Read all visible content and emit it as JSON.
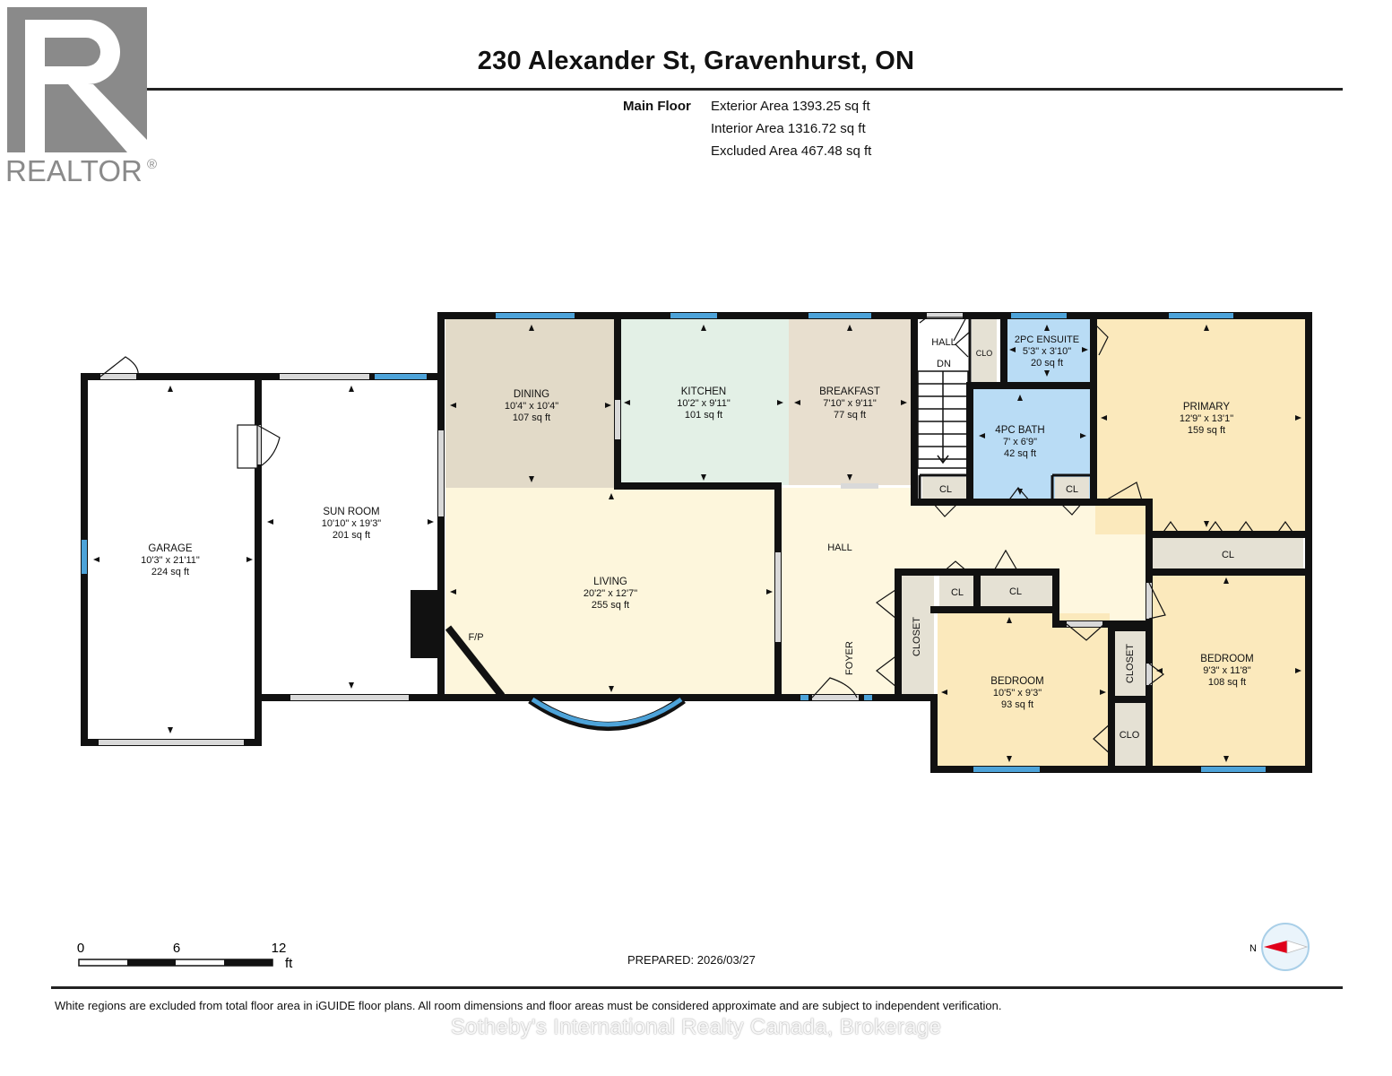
{
  "header": {
    "address": "230 Alexander St, Gravenhurst, ON",
    "floor_label": "Main Floor",
    "exterior_area": "Exterior Area 1393.25 sq ft",
    "interior_area": "Interior Area 1316.72 sq ft",
    "excluded_area": "Excluded Area 467.48 sq ft"
  },
  "logo": {
    "text": "REALTOR",
    "mark": "®",
    "icon": "realtor-r-logo"
  },
  "rooms": {
    "dining": {
      "name": "DINING",
      "dims": "10'4\" x 10'4\"",
      "area": "107 sq ft"
    },
    "kitchen": {
      "name": "KITCHEN",
      "dims": "10'2\" x 9'11\"",
      "area": "101 sq ft"
    },
    "breakfast": {
      "name": "BREAKFAST",
      "dims": "7'10\" x 9'11\"",
      "area": "77 sq ft"
    },
    "ensuite": {
      "name": "2PC ENSUITE",
      "dims": "5'3\" x 3'10\"",
      "area": "20 sq ft"
    },
    "bath": {
      "name": "4PC BATH",
      "dims": "7' x 6'9\"",
      "area": "42 sq ft"
    },
    "primary": {
      "name": "PRIMARY",
      "dims": "12'9\" x 13'1\"",
      "area": "159 sq ft"
    },
    "garage": {
      "name": "GARAGE",
      "dims": "10'3\" x 21'11\"",
      "area": "224 sq ft"
    },
    "sunroom": {
      "name": "SUN ROOM",
      "dims": "10'10\" x 19'3\"",
      "area": "201 sq ft"
    },
    "living": {
      "name": "LIVING",
      "dims": "20'2\" x 12'7\"",
      "area": "255 sq ft"
    },
    "bedroom1": {
      "name": "BEDROOM",
      "dims": "10'5\" x 9'3\"",
      "area": "93 sq ft"
    },
    "bedroom2": {
      "name": "BEDROOM",
      "dims": "9'3\" x 11'8\"",
      "area": "108 sq ft"
    }
  },
  "labels": {
    "hall_top": "HALL",
    "down": "DN",
    "clo_top": "CLO",
    "hall": "HALL",
    "foyer": "FOYER",
    "fireplace": "F/P",
    "cl1": "CL",
    "cl2": "CL",
    "cl3": "CL",
    "cl4": "CL",
    "cl5": "CL",
    "closet1": "CLOSET",
    "closet2": "CLOSET",
    "clo_bottom": "CLO"
  },
  "scale": {
    "t0": "0",
    "t6": "6",
    "t12": "12",
    "unit": "ft"
  },
  "compass": {
    "label": "N",
    "icon": "compass-icon"
  },
  "prepared": "PREPARED: 2026/03/27",
  "footer_note": "White regions are excluded from total floor area in iGUIDE floor plans. All room dimensions and floor areas must be considered approximate and are subject to independent verification.",
  "watermark": "Sotheby's International Realty Canada, Brokerage",
  "colors": {
    "dining": "#e2dac8",
    "kitchen": "#e3f0e6",
    "breakfast": "#e8dfcf",
    "living": "#fdf6dc",
    "hall": "#fef7df",
    "primary": "#fbe9bc",
    "bedroom": "#fbe9bc",
    "bath": "#b9dcf5",
    "closet": "#e5e1d4",
    "window": "#4da3d9",
    "wall": "#111111"
  }
}
